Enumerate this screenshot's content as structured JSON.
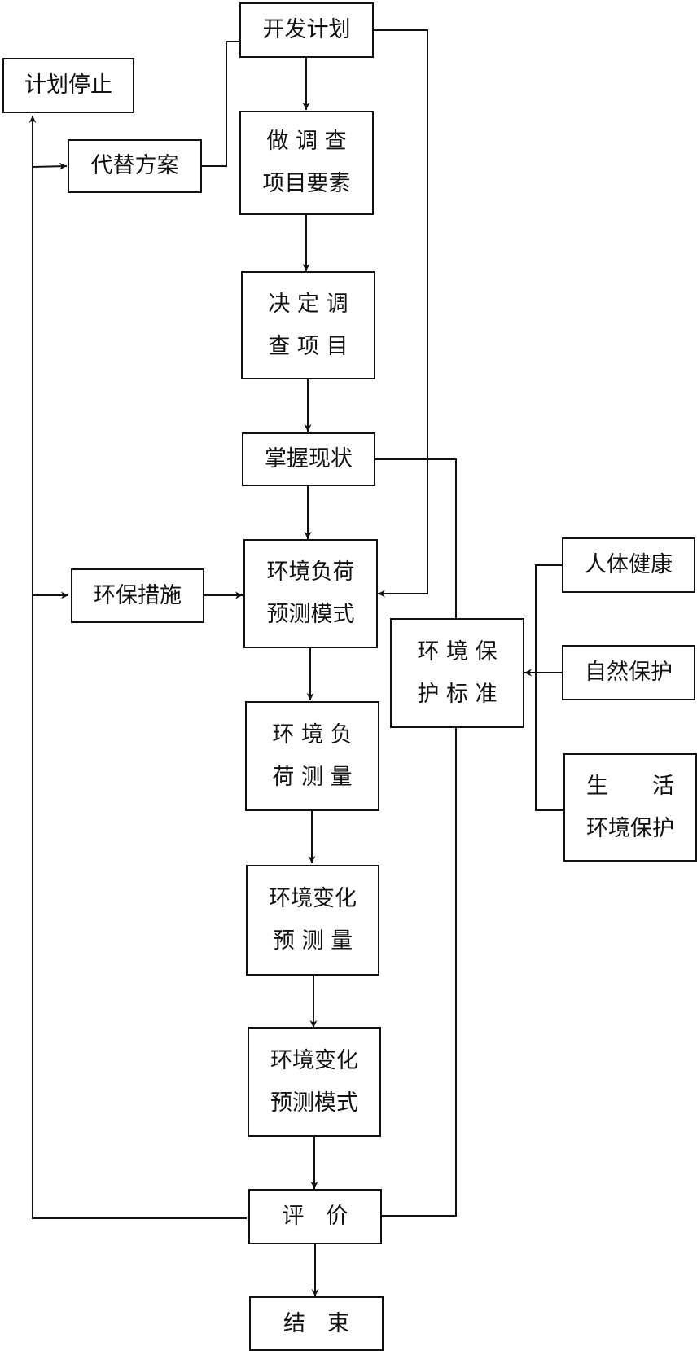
{
  "diagram": {
    "type": "flowchart",
    "nodes": {
      "dev_plan": {
        "lines": [
          "开发计划"
        ]
      },
      "plan_stop": {
        "lines": [
          "计划停止"
        ]
      },
      "alternative": {
        "lines": [
          "代替方案"
        ]
      },
      "survey_elements": {
        "lines": [
          "做 调 查",
          "项目要素"
        ]
      },
      "decide_items": {
        "lines": [
          "决 定 调",
          "查 项 目"
        ]
      },
      "grasp_status": {
        "lines": [
          "掌握现状"
        ]
      },
      "env_measures": {
        "lines": [
          "环保措施"
        ]
      },
      "load_model": {
        "lines": [
          "环境负荷",
          "预测模式"
        ]
      },
      "env_standard": {
        "lines": [
          "环 境 保",
          "护 标 准"
        ]
      },
      "human_health": {
        "lines": [
          "人体健康"
        ]
      },
      "nature_protect": {
        "lines": [
          "自然保护"
        ]
      },
      "living_env": {
        "lines": [
          "生　　活",
          "环境保护"
        ]
      },
      "load_measure": {
        "lines": [
          "环 境 负",
          "荷 测 量"
        ]
      },
      "change_measure": {
        "lines": [
          "环境变化",
          "预 测 量"
        ]
      },
      "change_model": {
        "lines": [
          "环境变化",
          "预测模式"
        ]
      },
      "evaluation": {
        "lines": [
          "评　价"
        ]
      },
      "end": {
        "lines": [
          "结　束"
        ]
      }
    },
    "edges": [
      [
        "dev_plan",
        "survey_elements"
      ],
      [
        "survey_elements",
        "decide_items"
      ],
      [
        "decide_items",
        "grasp_status"
      ],
      [
        "grasp_status",
        "load_model"
      ],
      [
        "dev_plan",
        "load_model"
      ],
      [
        "env_measures",
        "load_model"
      ],
      [
        "load_model",
        "load_measure"
      ],
      [
        "load_measure",
        "change_measure"
      ],
      [
        "change_measure",
        "change_model"
      ],
      [
        "change_model",
        "evaluation"
      ],
      [
        "evaluation",
        "end"
      ],
      [
        "evaluation",
        "plan_stop"
      ],
      [
        "evaluation",
        "alternative"
      ],
      [
        "evaluation",
        "env_measures"
      ],
      [
        "alternative",
        "dev_plan"
      ],
      [
        "grasp_status",
        "evaluation"
      ],
      [
        "env_standard",
        "evaluation"
      ],
      [
        "human_health",
        "env_standard"
      ],
      [
        "nature_protect",
        "env_standard"
      ],
      [
        "living_env",
        "env_standard"
      ]
    ]
  }
}
